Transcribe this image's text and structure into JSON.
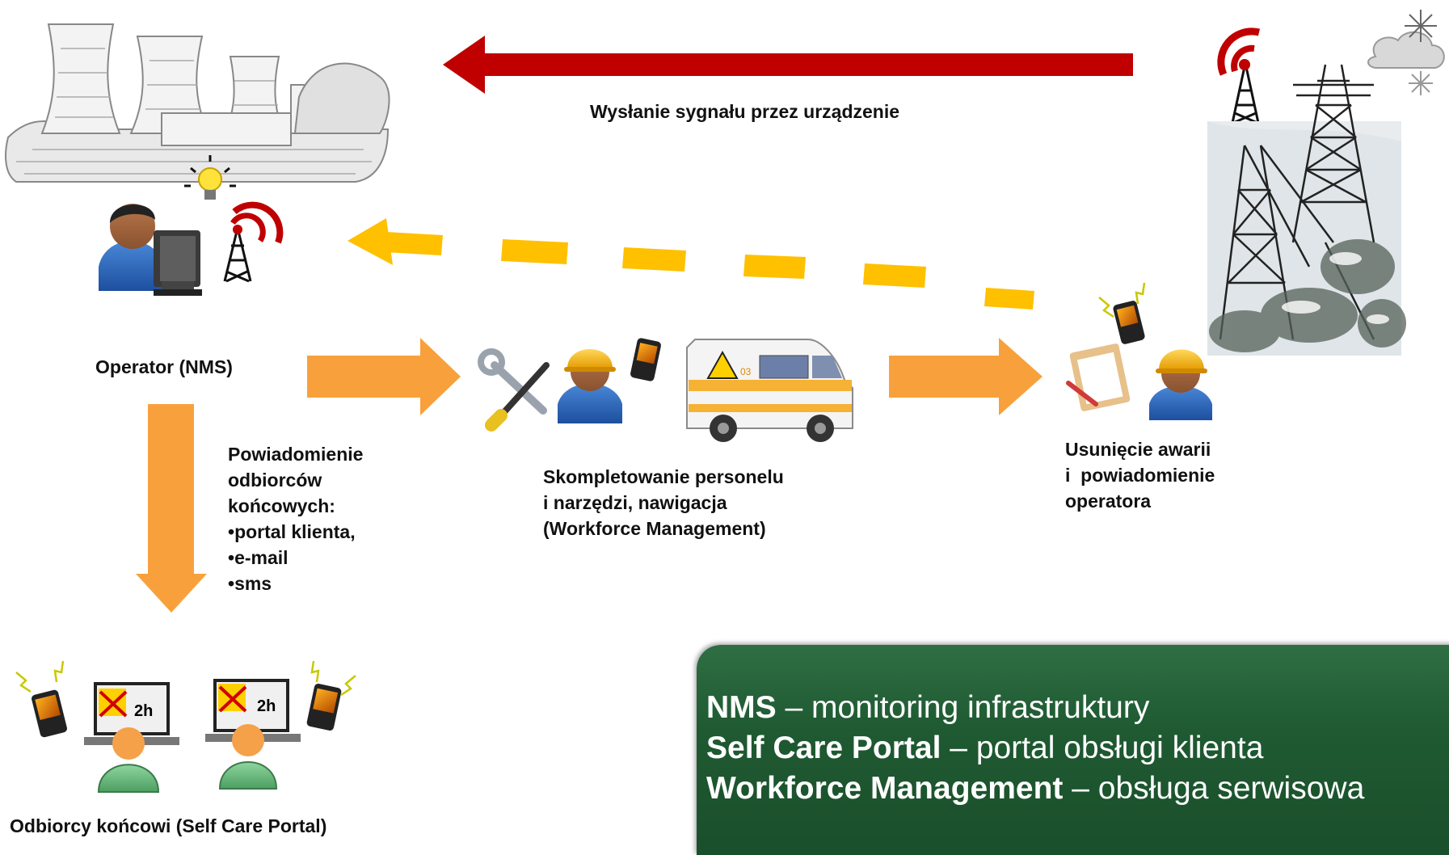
{
  "signal_text": "Wysłanie sygnału przez urządzenie",
  "operator_label": "Operator (NMS)",
  "notification": {
    "title_lines": [
      "Powiadomienie",
      "odbiorców",
      "końcowych:"
    ],
    "items": [
      "portal klienta,",
      "e-mail",
      "sms"
    ]
  },
  "staffing_lines": [
    "Skompletowanie personelu",
    "i narzędzi, nawigacja",
    "(Workforce Management)"
  ],
  "repair_lines": [
    "Usunięcie awarii",
    "i  powiadomienie",
    "operatora"
  ],
  "end_users_label": "Odbiorcy końcowi (Self Care Portal)",
  "screen_badge": "2h",
  "van_number": "03",
  "legend": [
    {
      "term": "NMS",
      "sep": " – ",
      "desc": "monitoring infrastruktury"
    },
    {
      "term": "Self Care Portal",
      "sep": " – ",
      "desc": "portal obsługi klienta"
    },
    {
      "term": "Workforce Management",
      "sep": " – ",
      "desc": "obsługa serwisowa"
    }
  ],
  "colors": {
    "signal_arrow": "#c00000",
    "return_arrow": "#ffc000",
    "flow_arrow": "#f8a13c",
    "legend_bg": "#1f5a32"
  }
}
